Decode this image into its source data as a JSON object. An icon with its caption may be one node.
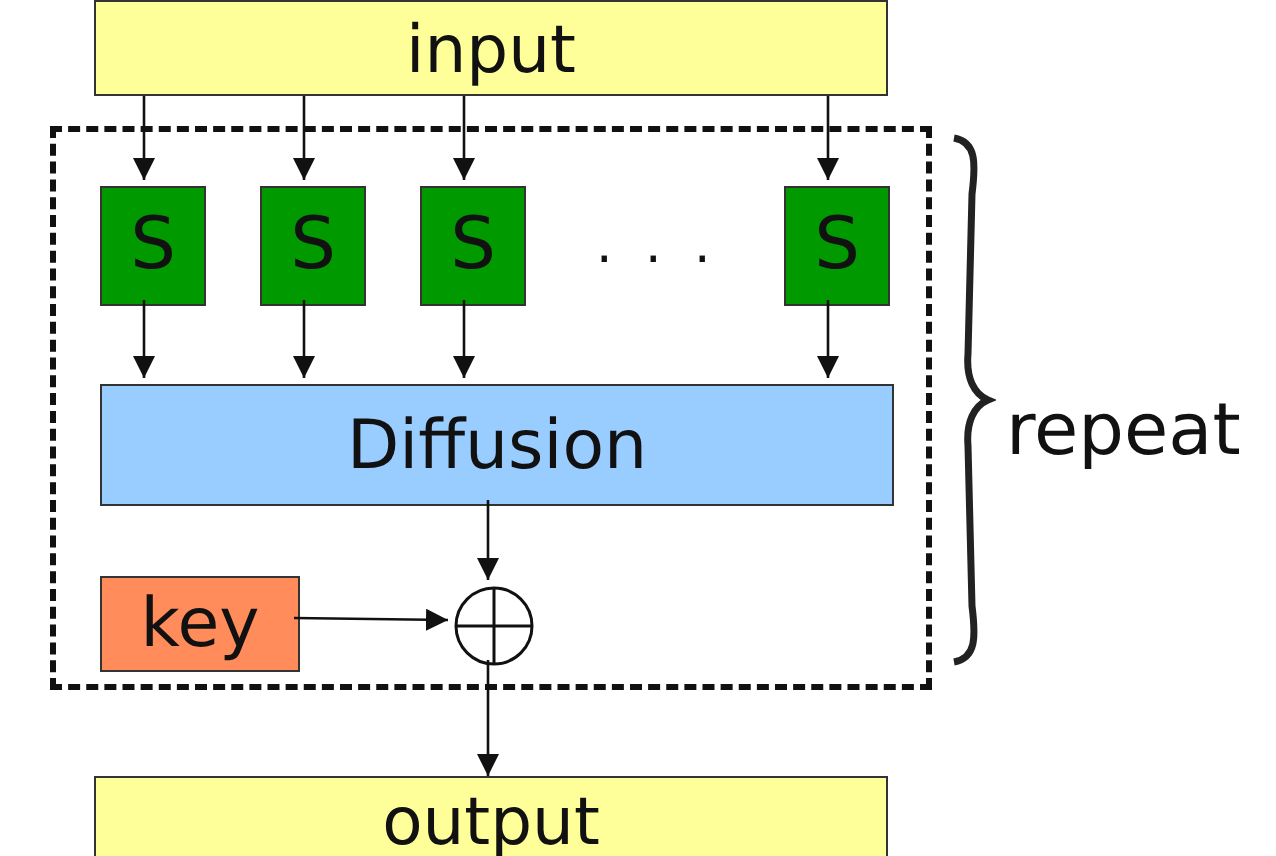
{
  "diagram": {
    "nodes": [
      {
        "text": [
          "input"
        ]
      },
      {
        "text": [],
        "shape": "box",
        "beside": [
          "repeat"
        ]
      },
      {
        "text": [
          "S"
        ],
        "in": 1
      },
      {
        "text": [
          "S"
        ],
        "in": 1
      },
      {
        "text": [
          "S"
        ],
        "in": 1
      },
      {
        "text": [
          "S"
        ],
        "in": 1
      },
      {
        "text": [
          "Diffusion"
        ],
        "in": 1
      },
      {
        "text": [
          "key"
        ],
        "in": 1
      },
      {
        "text": [],
        "shape": "circle",
        "in": 1
      },
      {
        "text": [
          "output"
        ]
      }
    ],
    "edges": [
      {
        "from": 0,
        "to": 2,
        "arrow": "to"
      },
      {
        "from": 0,
        "to": 3,
        "arrow": "to"
      },
      {
        "from": 0,
        "to": 4,
        "arrow": "to"
      },
      {
        "from": 0,
        "to": 5,
        "arrow": "to"
      },
      {
        "from": 2,
        "to": 6,
        "arrow": "to"
      },
      {
        "from": 3,
        "to": 6,
        "arrow": "to"
      },
      {
        "from": 4,
        "to": 6,
        "arrow": "to"
      },
      {
        "from": 5,
        "to": 6,
        "arrow": "to"
      },
      {
        "from": 6,
        "to": 8,
        "arrow": "to"
      },
      {
        "from": 7,
        "to": 8,
        "arrow": "to"
      },
      {
        "from": 8,
        "to": 9,
        "arrow": "to"
      }
    ],
    "labels": [
      ". . ."
    ]
  }
}
